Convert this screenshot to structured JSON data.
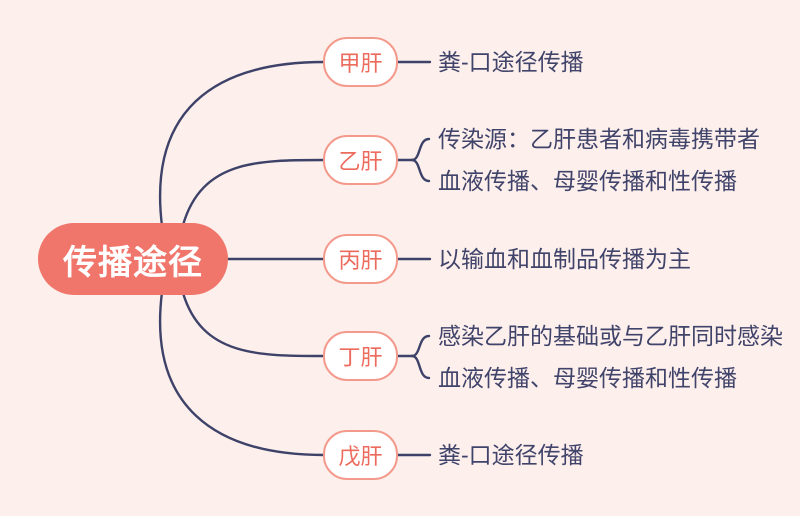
{
  "root": {
    "label": "传播途径"
  },
  "branches": [
    {
      "label": "甲肝",
      "leaves": [
        "粪-口途径传播"
      ]
    },
    {
      "label": "乙肝",
      "leaves": [
        "传染源：乙肝患者和病毒携带者",
        "血液传播、母婴传播和性传播"
      ]
    },
    {
      "label": "丙肝",
      "leaves": [
        "以输血和血制品传播为主"
      ]
    },
    {
      "label": "丁肝",
      "leaves": [
        "感染乙肝的基础或与乙肝同时感染",
        "血液传播、母婴传播和性传播"
      ]
    },
    {
      "label": "戊肝",
      "leaves": [
        "粪-口途径传播"
      ]
    }
  ],
  "colors": {
    "background": "#FCEFEC",
    "root_fill": "#F0766B",
    "root_text": "#FFFFFF",
    "branch_border": "#F39A8C",
    "branch_text": "#ED6B5D",
    "connector": "#3E4269",
    "leaf_text": "#41446A"
  }
}
